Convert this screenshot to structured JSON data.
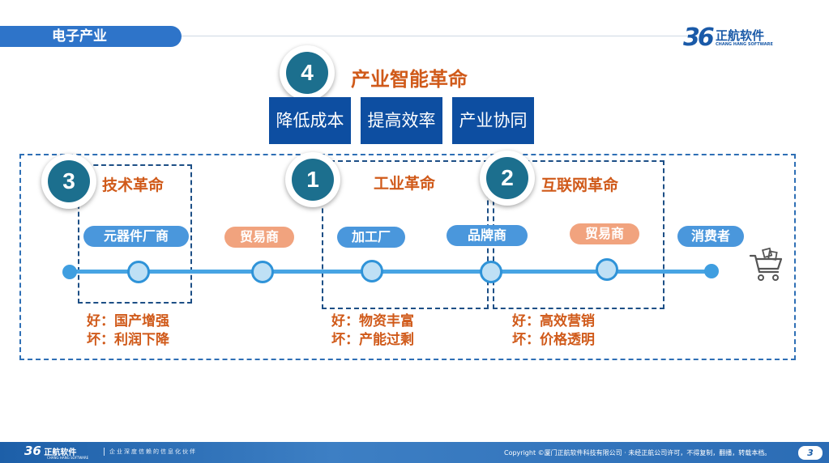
{
  "header": {
    "section_title": "电子产业",
    "logo_num": "36",
    "logo_name": "正航软件",
    "logo_sub": "CHANG HANG SOFTWARE"
  },
  "revolution4": {
    "number": "4",
    "title": "产业智能革命",
    "boxes": [
      "降低成本",
      "提高效率",
      "产业协同"
    ]
  },
  "revolution3": {
    "number": "3",
    "title": "技术革命",
    "good": "好：国产增强",
    "bad": "坏：利润下降"
  },
  "revolution1": {
    "number": "1",
    "title": "工业革命",
    "good": "好：物资丰富",
    "bad": "坏：产能过剩"
  },
  "revolution2": {
    "number": "2",
    "title": "互联网革命",
    "good": "好：高效营销",
    "bad": "坏：价格透明"
  },
  "chain": {
    "components_maker": "元器件厂商",
    "trader_1": "贸易商",
    "factory": "加工厂",
    "brand": "品牌商",
    "trader_2": "贸易商",
    "consumer": "消费者"
  },
  "icons": {
    "cart": "shopping-cart-icon"
  },
  "footer": {
    "logo_num": "36",
    "logo_name": "正航软件",
    "logo_sub": "CHANG HANG SOFTWARE",
    "slogan": "企业深度信赖的信息化伙伴",
    "copyright": "Copyright ©厦门正航软件科技有限公司 · 未经正航公司许可，不得复制，翻播，转载本档。",
    "page": "3"
  },
  "colors": {
    "accent_blue": "#2e74c9",
    "dark_blue_box": "#0d4ea1",
    "circle_teal": "#1c6f8e",
    "orange_text": "#d05a1a",
    "pill_blue": "#4a97dc",
    "pill_orange": "#f1a37e",
    "timeline": "#47a4e3"
  }
}
